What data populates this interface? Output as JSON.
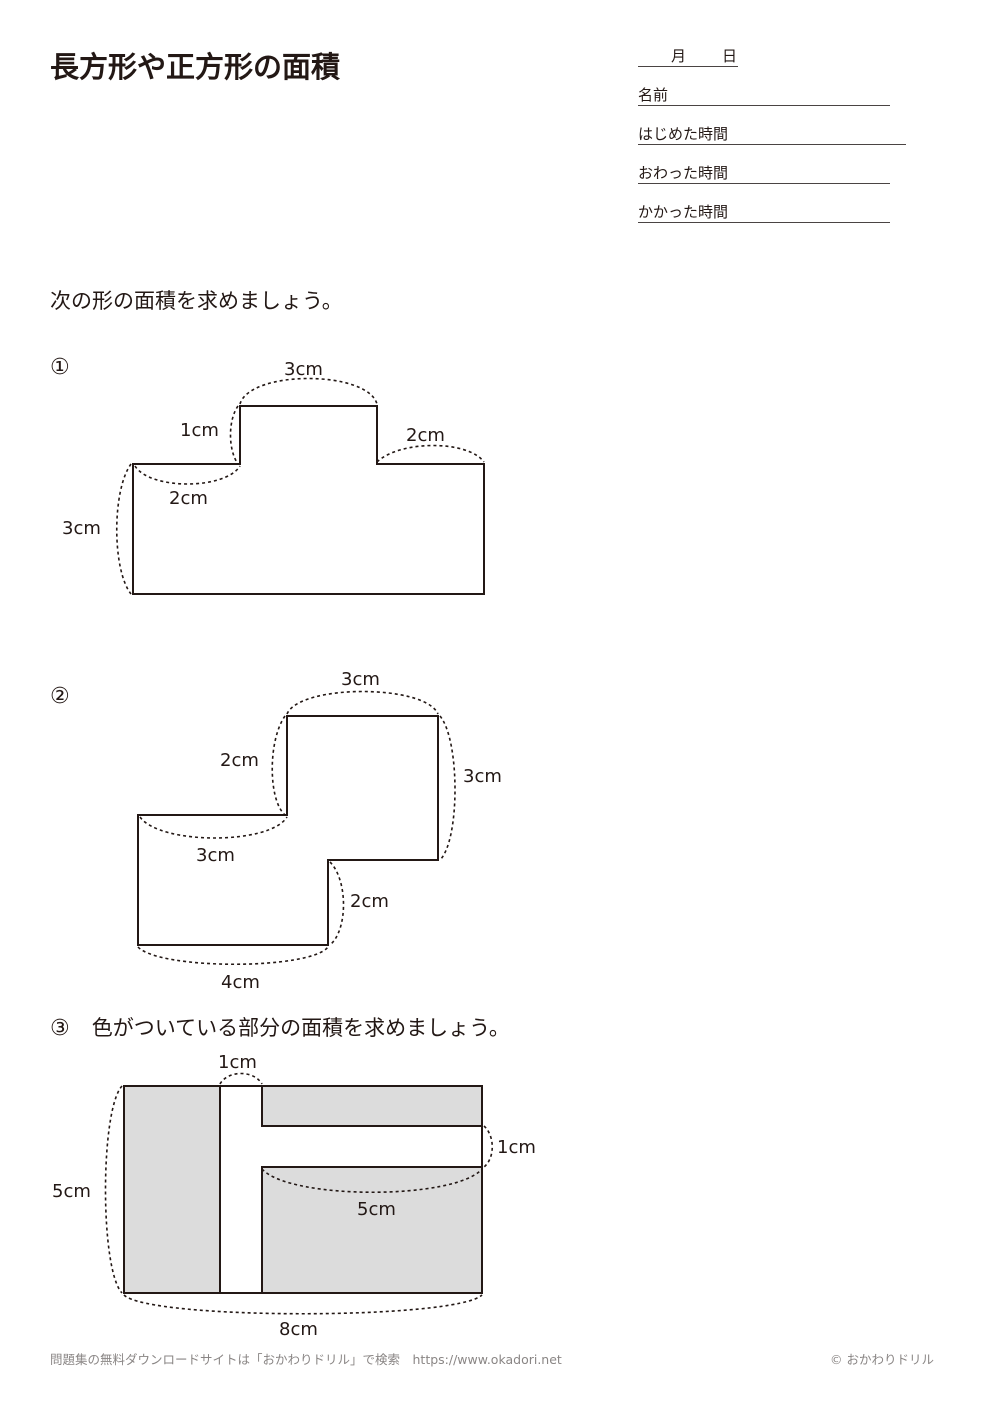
{
  "title": "長方形や正方形の面積",
  "header": {
    "month_label": "月",
    "day_label": "日",
    "name_label": "名前",
    "start_time_label": "はじめた時間",
    "end_time_label": "おわった時間",
    "elapsed_time_label": "かかった時間"
  },
  "instruction": "次の形の面積を求めましょう。",
  "problems": [
    {
      "number": "①",
      "labels": {
        "top": "3cm",
        "left_step": "1cm",
        "right_top": "2cm",
        "left_top": "2cm",
        "left_height": "3cm"
      }
    },
    {
      "number": "②",
      "labels": {
        "top": "3cm",
        "upper_left": "2cm",
        "right": "3cm",
        "middle_left": "3cm",
        "lower_right": "2cm",
        "bottom": "4cm"
      }
    },
    {
      "number": "③",
      "text": "色がついている部分の面積を求めましょう。",
      "labels": {
        "strip_width": "1cm",
        "strip_height": "1cm",
        "height": "5cm",
        "inner_width": "5cm",
        "width": "8cm"
      },
      "shade_color": "#dcdcdc"
    }
  ],
  "footer": {
    "left": "問題集の無料ダウンロードサイトは「おかわりドリル」で検索　https://www.okadori.net",
    "right": "© おかわりドリル"
  }
}
